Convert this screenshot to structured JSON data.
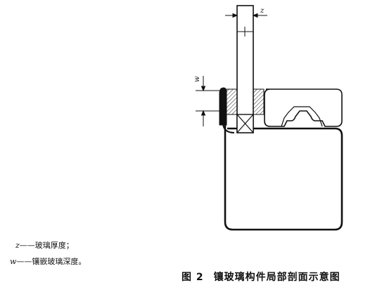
{
  "labels": {
    "dim_z": "z",
    "dim_w": "w"
  },
  "legend": [
    {
      "symbol": "z",
      "dash": "——",
      "text": "玻璃厚度；"
    },
    {
      "symbol": "w",
      "dash": "——",
      "text": "镶嵌玻璃深度。"
    }
  ],
  "caption": {
    "number": "图 2",
    "title": "镶玻璃构件局部剖面示意图"
  }
}
